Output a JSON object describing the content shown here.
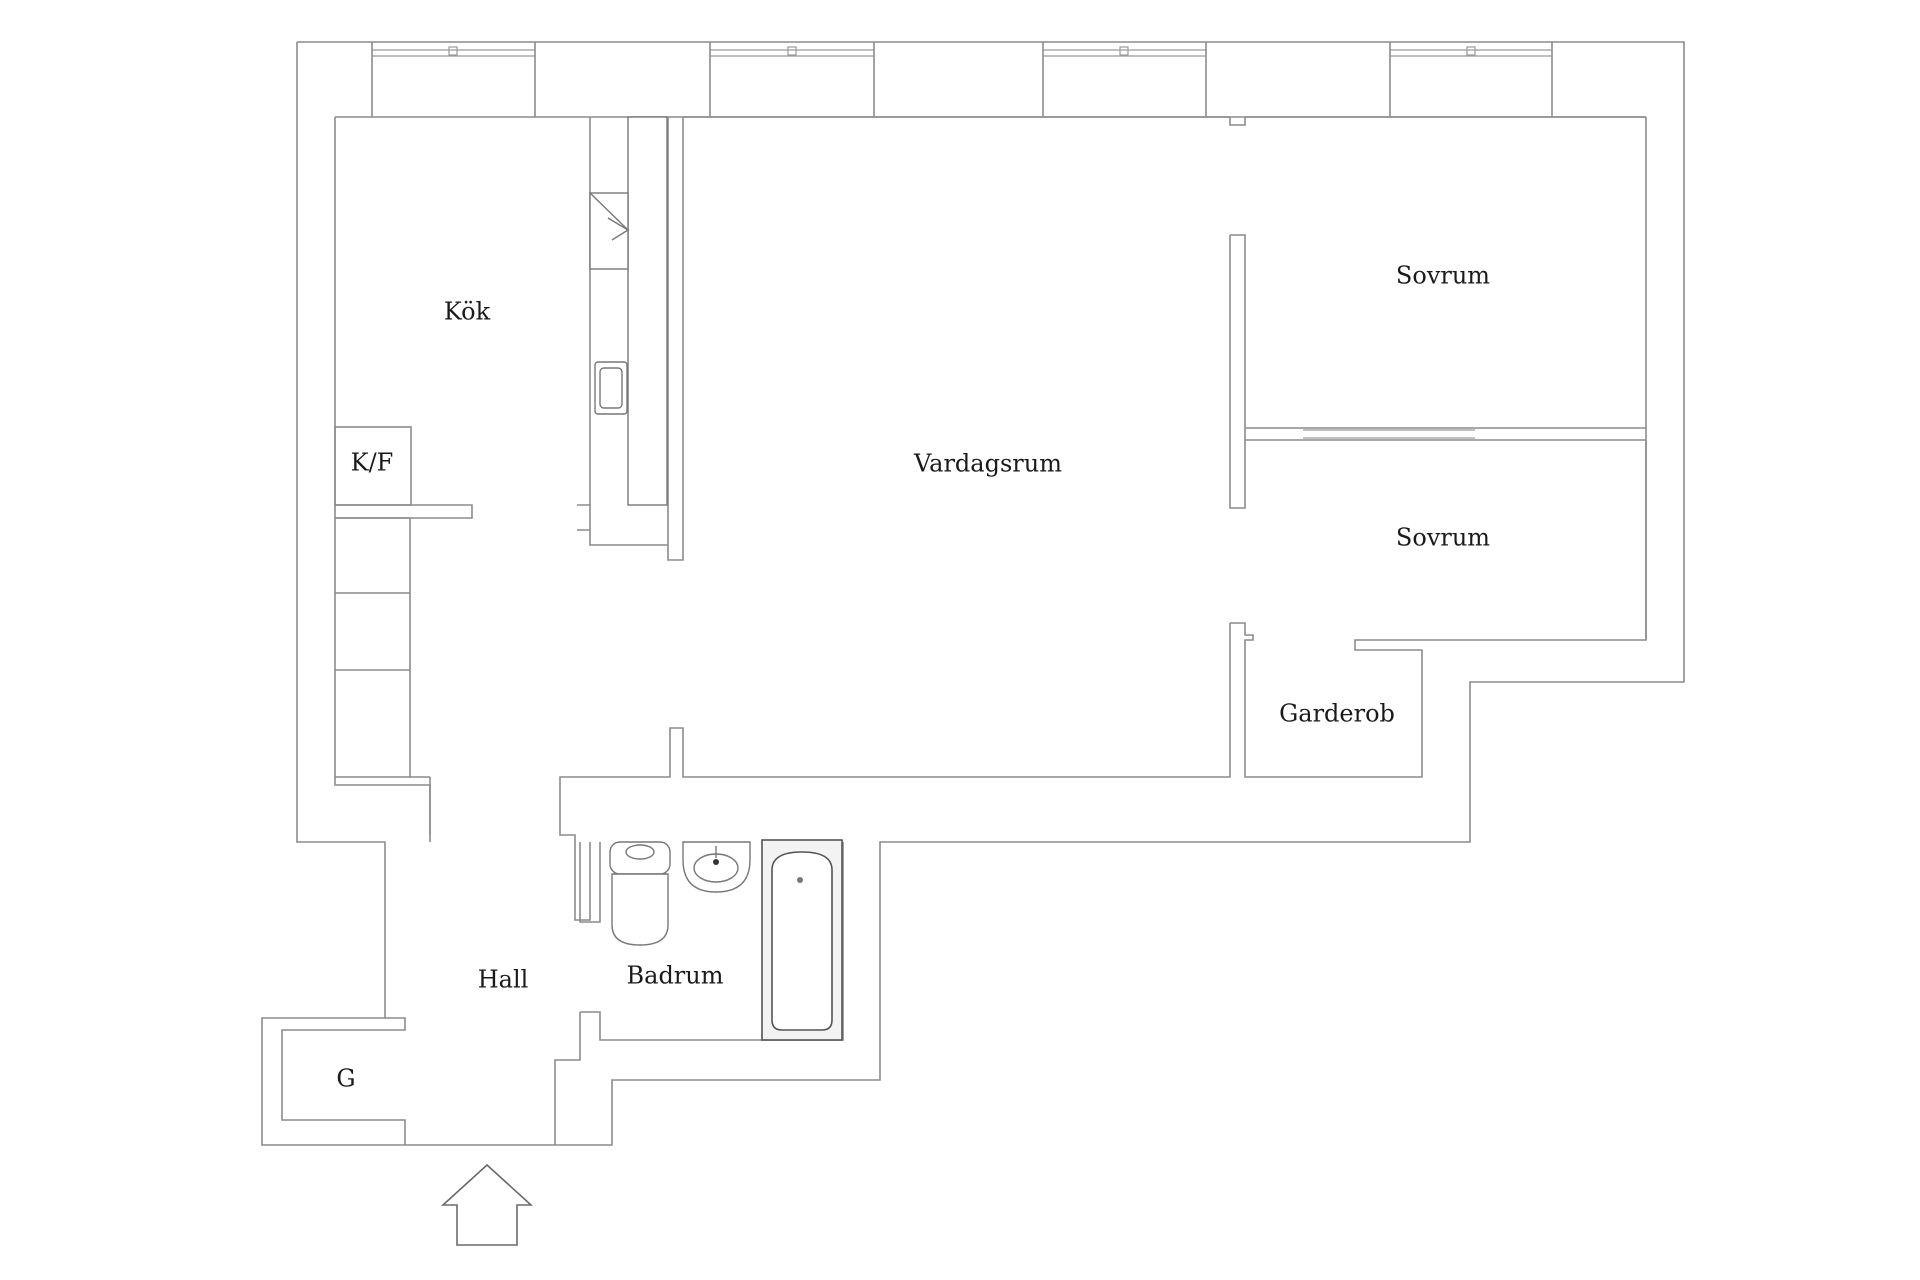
{
  "rooms": {
    "kok": "Kök",
    "kf": "K/F",
    "vardagsrum": "Vardagsrum",
    "sovrum_1": "Sovrum",
    "sovrum_2": "Sovrum",
    "garderob": "Garderob",
    "hall": "Hall",
    "badrum": "Badrum",
    "g": "G"
  },
  "icons": {
    "entrance": "entrance-arrow-icon",
    "toilet": "toilet-icon",
    "sink": "washbasin-icon",
    "bathtub": "bathtub-icon",
    "kitchen_sink": "kitchen-sink-icon",
    "stove": "stove-icon"
  }
}
